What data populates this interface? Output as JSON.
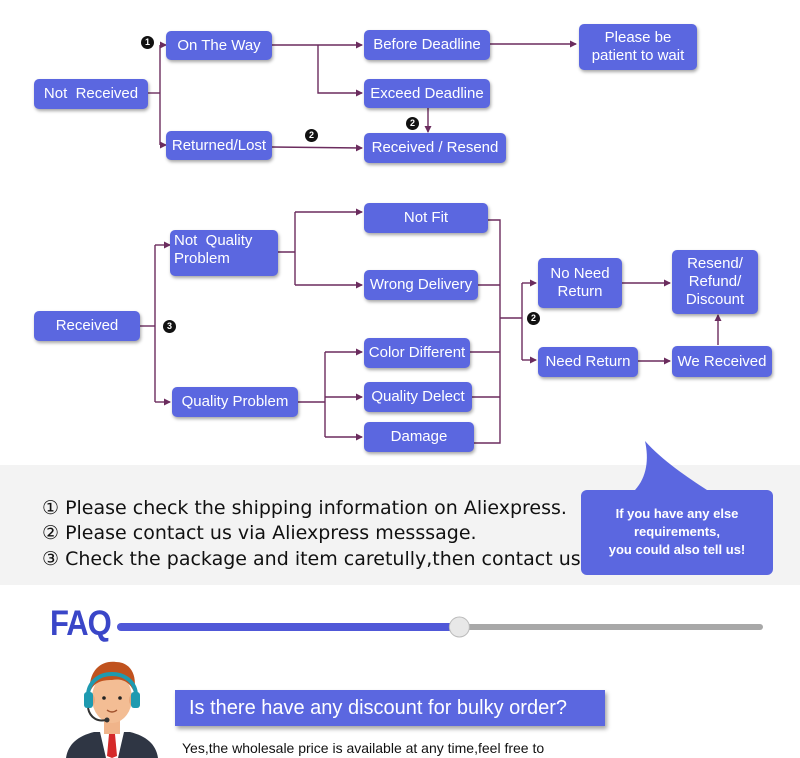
{
  "colors": {
    "node_fill": "#5b67e0",
    "connector": "#6b2c5e",
    "faq_title": "#3a46c8",
    "slider_fill": "#5058d8",
    "slider_track": "#a8a8a8",
    "bubble_fill": "#5b67e0",
    "badge_fill": "#111111"
  },
  "badges": {
    "one": "1",
    "two": "2",
    "three": "3"
  },
  "flow_not_received": {
    "root": "Not  Received",
    "on_the_way": "On The Way",
    "returned_lost": "Returned/Lost",
    "before_deadline": "Before Deadline",
    "exceed_deadline": "Exceed Deadline",
    "received_resend": "Received / Resend",
    "please_wait_line1": "Please be",
    "please_wait_line2": "patient to wait"
  },
  "flow_received": {
    "root": "Received",
    "not_quality_line1": "Not  Quality",
    "not_quality_line2": "Problem",
    "quality_problem": "Quality Problem",
    "not_fit": "Not Fit",
    "wrong_delivery": "Wrong Delivery",
    "color_different": "Color Different",
    "quality_defect": "Quality Delect",
    "damage": "Damage",
    "no_need_line1": "No Need",
    "no_need_line2": "Return",
    "need_return": "Need Return",
    "resend_line1": "Resend/",
    "resend_line2": "Refund/",
    "resend_line3": "Discount",
    "we_received": "We Received"
  },
  "notes": [
    "① Please check the shipping information on Aliexpress.",
    "② Please contact us via Aliexpress messsage.",
    "③ Check the package and item caretully,then contact us."
  ],
  "bubble": {
    "line1": "If you have any else",
    "line2": "requirements,",
    "line3": "you could also tell us!"
  },
  "faq": {
    "title": "FAQ",
    "slider_value": 0.53,
    "question": "Is there have any discount for bulky order?",
    "answer": "Yes,the wholesale price is available at any time,feel free to"
  },
  "icons": {
    "person": "customer-service-agent-icon",
    "slider_knob": "slider-knob-icon"
  }
}
